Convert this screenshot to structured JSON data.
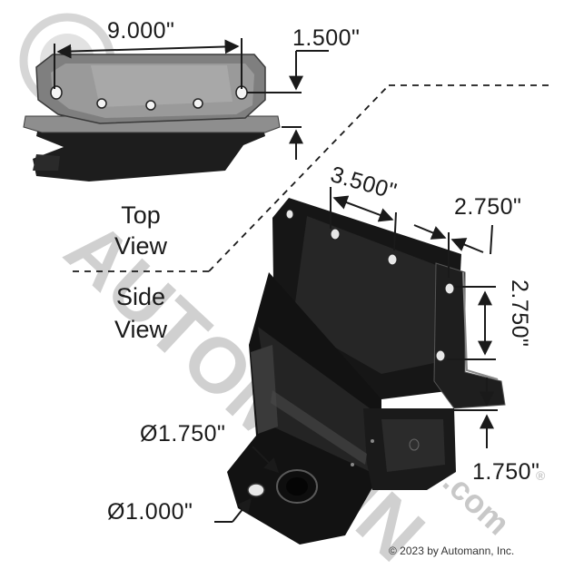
{
  "watermark": {
    "brand": "AUTOMANN",
    "domain": ".com",
    "registered": "®"
  },
  "views": {
    "top_line1": "Top",
    "top_line2": "View",
    "side_line1": "Side",
    "side_line2": "View"
  },
  "dimensions": {
    "top_width": "9.000\"",
    "top_height": "1.500\"",
    "side_spacing_a": "3.500\"",
    "side_spacing_b": "2.750\"",
    "side_vertical": "2.750\"",
    "side_bottom": "1.750\"",
    "dia_large": "Ø1.750\"",
    "dia_small": "Ø1.000\""
  },
  "copyright": "© 2023 by Automann, Inc.",
  "colors": {
    "ink": "#1a1a1a",
    "part_dark": "#1c1c1c",
    "part_gray": "#7d7d7d",
    "watermark": "#d4d4d4"
  }
}
